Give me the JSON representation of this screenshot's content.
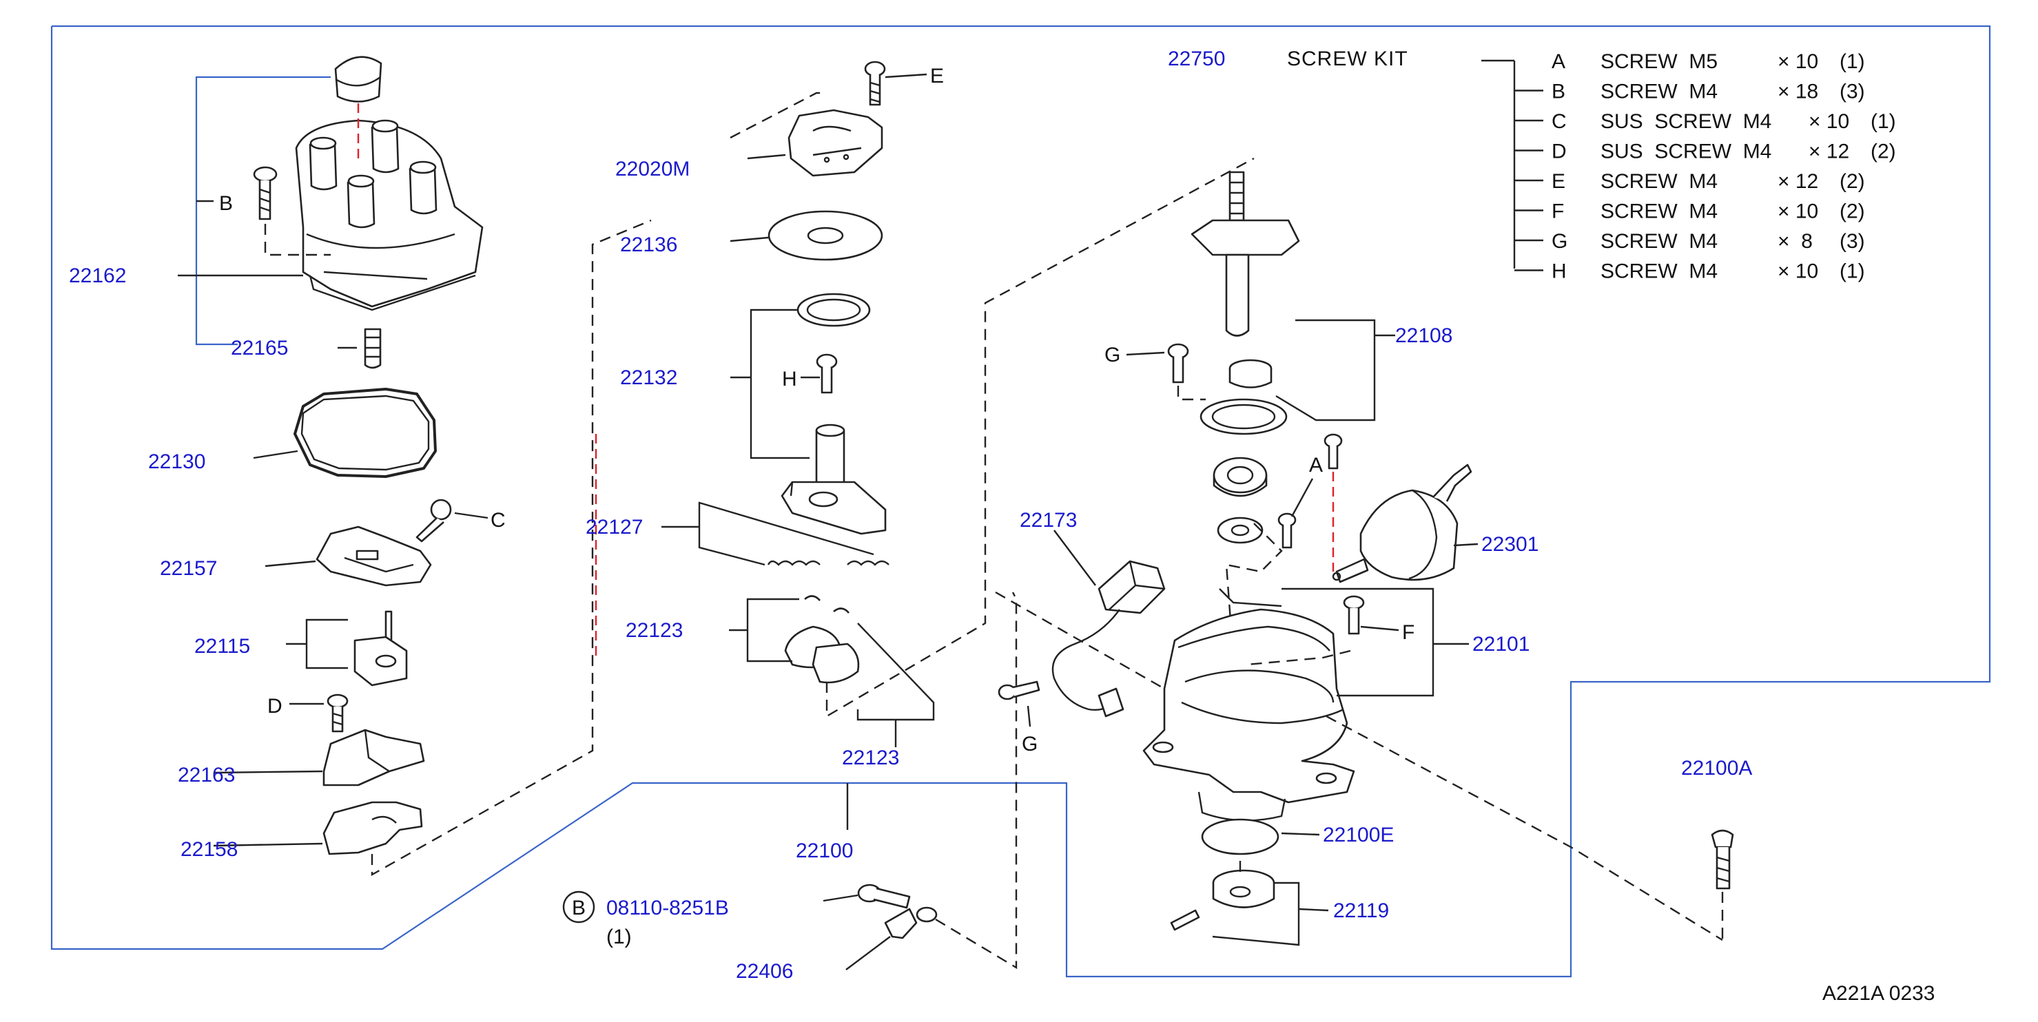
{
  "screw_kit": {
    "part_no": "22750",
    "title": "SCREW  KIT",
    "items": [
      {
        "letter": "A",
        "desc": "SCREW  M5",
        "size": "× 10",
        "qty": "(1)"
      },
      {
        "letter": "B",
        "desc": "SCREW  M4",
        "size": "× 18",
        "qty": "(3)"
      },
      {
        "letter": "C",
        "desc": "SUS  SCREW  M4",
        "size": "× 10",
        "qty": "(1)"
      },
      {
        "letter": "D",
        "desc": "SUS  SCREW  M4",
        "size": "× 12",
        "qty": "(2)"
      },
      {
        "letter": "E",
        "desc": "SCREW  M4",
        "size": "× 12",
        "qty": "(2)"
      },
      {
        "letter": "F",
        "desc": "SCREW  M4",
        "size": "× 10",
        "qty": "(2)"
      },
      {
        "letter": "G",
        "desc": "SCREW  M4",
        "size": "×  8",
        "qty": "(3)"
      },
      {
        "letter": "H",
        "desc": "SCREW  M4",
        "size": "× 10",
        "qty": "(1)"
      }
    ]
  },
  "part_numbers": {
    "p22162": "22162",
    "p22165": "22165",
    "p22130": "22130",
    "p22157": "22157",
    "p22115": "22115",
    "p22163": "22163",
    "p22158": "22158",
    "p22020M": "22020M",
    "p22136": "22136",
    "p22132": "22132",
    "p22127": "22127",
    "p22123a": "22123",
    "p22123b": "22123",
    "p22100": "22100",
    "p22406": "22406",
    "p22173": "22173",
    "p22108": "22108",
    "p22301": "22301",
    "p22101": "22101",
    "p22100E": "22100E",
    "p22119": "22119",
    "p22100A": "22100A"
  },
  "screw_letters": {
    "B": "B",
    "C": "C",
    "D": "D",
    "E": "E",
    "H": "H",
    "G1": "G",
    "G2": "G",
    "A": "A",
    "F": "F"
  },
  "bolt_ref": {
    "circle_letter": "B",
    "part_no": "08110-8251B",
    "qty": "(1)"
  },
  "diagram_ref": "A221A  0233"
}
